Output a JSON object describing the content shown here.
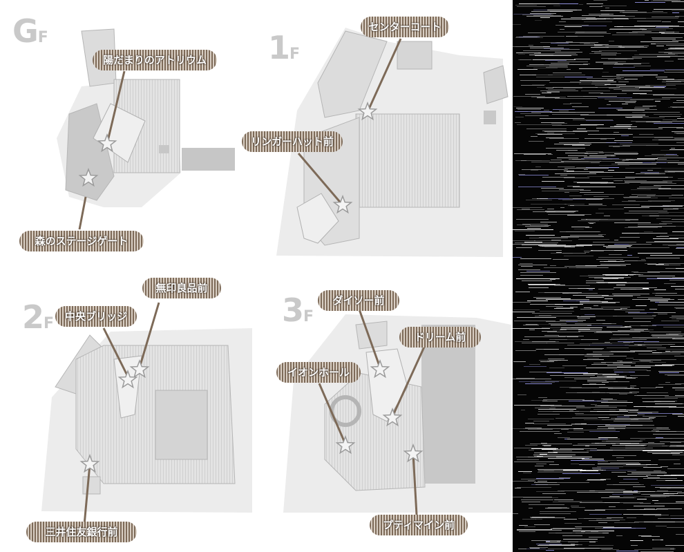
{
  "floors": {
    "gf": {
      "label": "G",
      "suffix": "F",
      "callouts": {
        "atrium": "陽だまりのアトリウム",
        "stage_gate": "森のステージゲート"
      }
    },
    "f1": {
      "label": "1",
      "suffix": "F",
      "callouts": {
        "center_court": "センターコート",
        "ringer_hut": "リンガーハット前"
      }
    },
    "f2": {
      "label": "2",
      "suffix": "F",
      "callouts": {
        "muji": "無印良品前",
        "central_bridge": "中央ブリッジ",
        "smbc": "三井住友銀行前"
      }
    },
    "f3": {
      "label": "3",
      "suffix": "F",
      "callouts": {
        "daiso": "ダイソー前",
        "dream": "ドリーム前",
        "aeon_hall": "イオンホール",
        "primaine": "プティマイン前"
      }
    }
  },
  "colors": {
    "floor_fill": "#ececec",
    "building_fill": "#dcdcdc",
    "block_fill": "#c7c7c7",
    "outline": "#b5b5b5",
    "callout_dark": "#7d6a58",
    "star": "#9a9a9a"
  }
}
